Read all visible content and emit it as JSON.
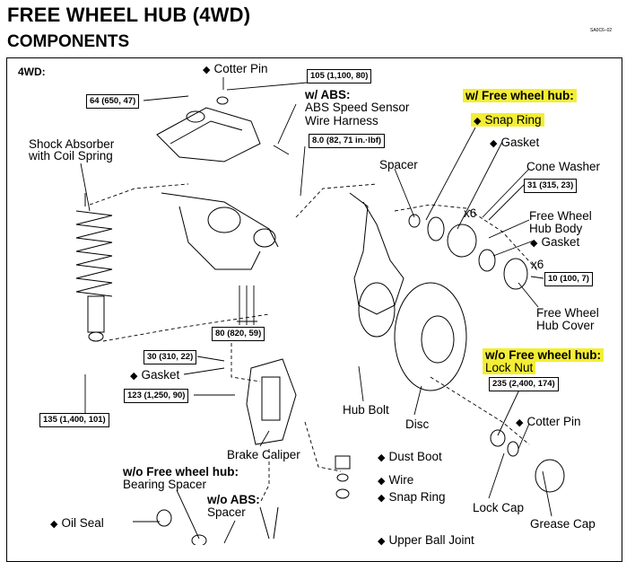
{
  "header": {
    "title": "FREE WHEEL HUB (4WD)",
    "subtitle": "COMPONENTS",
    "figure_code": "SA0C6–02"
  },
  "section_label": "4WD:",
  "torque_specs": [
    "105 (1,100, 80)",
    "64 (650, 47)",
    "8.0 (82, 71 in.·lbf)",
    "31 (315, 23)",
    "10 (100, 7)",
    "80 (820, 59)",
    "30 (310, 22)",
    "123 (1,250, 90)",
    "135 (1,400, 101)",
    "235 (2,400, 174)"
  ],
  "labels": {
    "cotter_pin_top": "Cotter Pin",
    "w_abs": "w/  ABS:",
    "abs_sensor_1": "ABS Speed Sensor",
    "abs_sensor_2": "Wire Harness",
    "shock_1": "Shock Absorber",
    "shock_2": "with Coil Spring",
    "spacer": "Spacer",
    "w_fwh": "w/  Free wheel hub:",
    "snap_ring_hl": "Snap Ring",
    "gasket_1": "Gasket",
    "cone_washer": "Cone Washer",
    "x6_a": "x6",
    "fwh_body_1": "Free Wheel",
    "fwh_body_2": "Hub Body",
    "gasket_2": "Gasket",
    "x6_b": "x6",
    "fwh_cover_1": "Free Wheel",
    "fwh_cover_2": "Hub Cover",
    "wo_fwh_1": "w/o Free wheel hub:",
    "lock_nut": "Lock Nut",
    "gasket_3": "Gasket",
    "hub_bolt": "Hub Bolt",
    "disc": "Disc",
    "cotter_pin_2": "Cotter Pin",
    "brake_caliper": "Brake Caliper",
    "dust_boot": "Dust Boot",
    "wire": "Wire",
    "snap_ring_2": "Snap Ring",
    "lock_cap": "Lock Cap",
    "grease_cap": "Grease Cap",
    "wo_fwh_2": "w/o Free wheel hub:",
    "bearing_spacer": "Bearing Spacer",
    "wo_abs": "w/o ABS:",
    "spacer_2": "Spacer",
    "oil_seal": "Oil Seal",
    "upper_ball_joint": "Upper Ball Joint"
  },
  "icons": {
    "non_reusable_marker": "diamond-icon"
  },
  "colors": {
    "highlight": "#f3ee33",
    "line": "#000000"
  }
}
